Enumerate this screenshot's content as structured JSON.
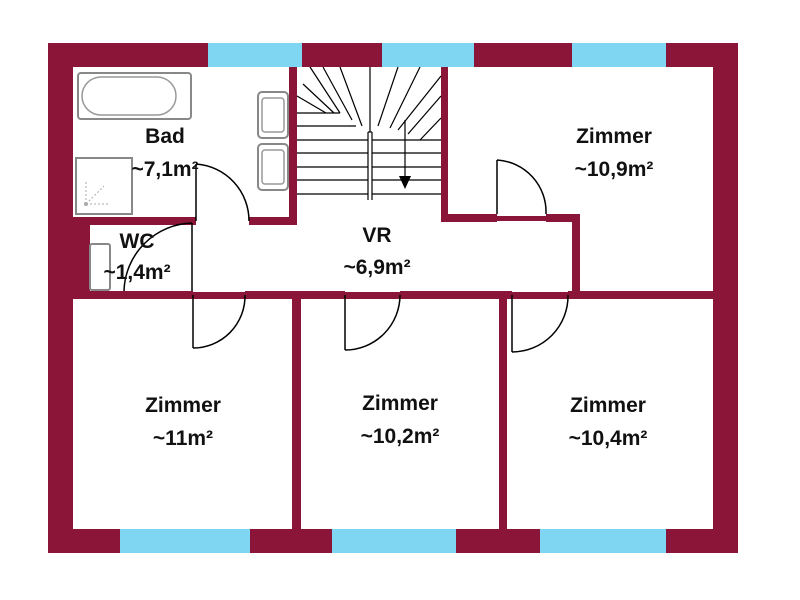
{
  "colors": {
    "wall": "#8b1538",
    "window": "#7fd6f2",
    "floor": "#ffffff"
  },
  "rooms": [
    {
      "name": "Bad",
      "area": "~7,1m²"
    },
    {
      "name": "WC",
      "area": "~1,4m²"
    },
    {
      "name": "VR",
      "area": "~6,9m²"
    },
    {
      "name": "Zimmer",
      "area": "~10,9m²"
    },
    {
      "name": "Zimmer",
      "area": "~11m²"
    },
    {
      "name": "Zimmer",
      "area": "~10,2m²"
    },
    {
      "name": "Zimmer",
      "area": "~10,4m²"
    }
  ],
  "icons": [
    "bathtub-icon",
    "shower-icon",
    "sink-icon",
    "toilet-icon",
    "stair-icon",
    "door-icon",
    "window-icon"
  ]
}
